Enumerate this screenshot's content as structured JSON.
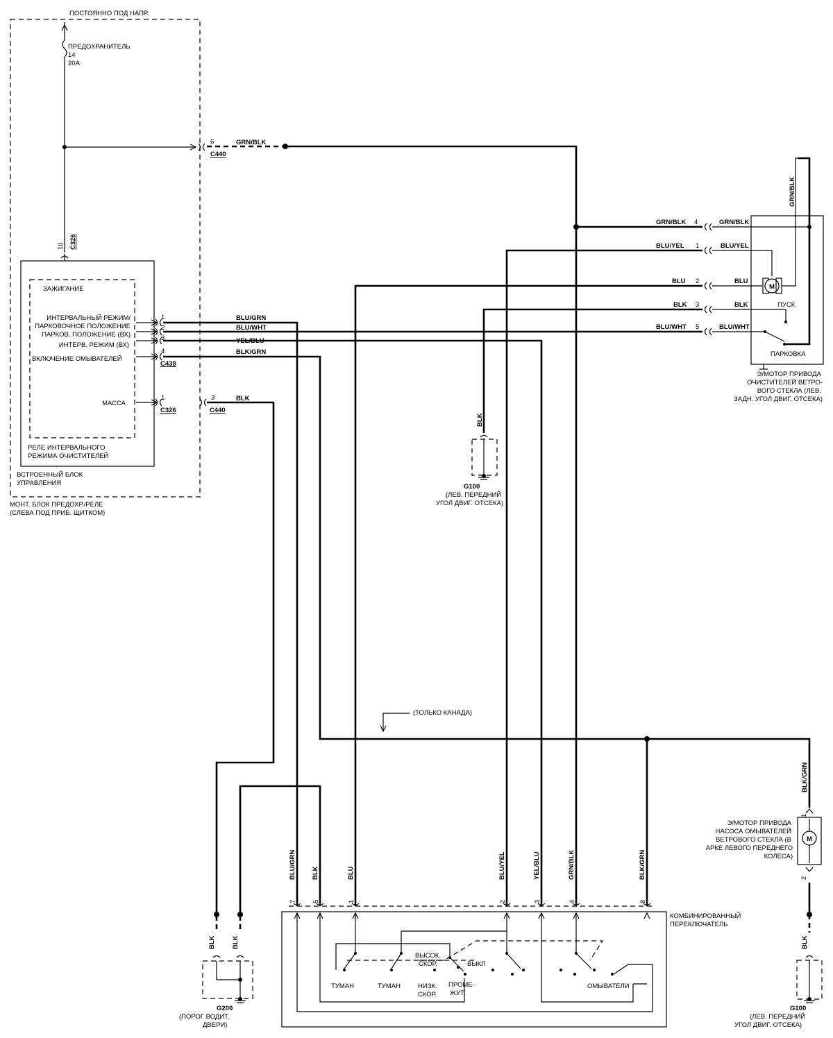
{
  "power_label": "ПОСТОЯННО ПОД НАПР.",
  "fuse": {
    "label": "ПРЕДОХРАНИТЕЛЬ",
    "number": "14",
    "rating": "20A"
  },
  "connectors": {
    "c440": "C440",
    "c326": "C326",
    "c438": "C438"
  },
  "relay": {
    "ignition": "ЗАЖИГАНИЕ",
    "inputs": [
      "ИНТЕРВАЛЬНЫЙ РЕЖИМ/",
      "ПАРКОВОЧНОЕ ПОЛОЖЕНИЕ",
      "ПАРКОВ. ПОЛОЖЕНИЕ (ВХ)",
      "ИНТЕРВ. РЕЖИМ (ВХ)",
      "ВКЛЮЧЕНИЕ ОМЫВАТЕЛЕЙ"
    ],
    "ground": "МАССА",
    "name": [
      "РЕЛЕ ИНТЕРВАЛЬНОГО",
      "РЕЖИМА ОЧИСТИТЕЛЕЙ"
    ]
  },
  "control_unit": [
    "ВСТРОЕННЫЙ БЛОК",
    "УПРАВЛЕНИЯ"
  ],
  "fuse_block": [
    "МОНТ. БЛОК ПРЕДОХР./РЕЛЕ",
    "(СЛЕВА ПОД ПРИБ. ЩИТКОМ)"
  ],
  "pins": {
    "c440_6": "6",
    "c326_10": "10",
    "c438_1": "1",
    "c438_2": "2",
    "c438_3": "3",
    "c438_4": "4",
    "c326_1": "1",
    "c440_3": "3",
    "motor_4": "4",
    "motor_1": "1",
    "motor_2": "2",
    "motor_3": "3",
    "motor_5": "5",
    "pump_1": "1",
    "pump_2": "2",
    "sw_7": "7",
    "sw_5": "5",
    "sw_1": "1",
    "sw_2": "2",
    "sw_3": "3",
    "sw_4": "4",
    "sw_8": "8"
  },
  "wires": {
    "grn_blk": "GRN/BLK",
    "blu_grn": "BLU/GRN",
    "blu_wht": "BLU/WHT",
    "yel_blu": "YEL/BLU",
    "blk_grn": "BLK/GRN",
    "blk": "BLK",
    "blu_yel": "BLU/YEL",
    "blu": "BLU",
    "grn_blk_right": "GRN/BLK",
    "blu_wht_right": "BLU/WHT"
  },
  "wiper_motor": {
    "symbol": "M",
    "start": "ПУСК",
    "park": "ПАРКОВКА",
    "name": [
      "Э/МОТОР ПРИВОДА",
      "ОЧИСТИТЕЛЕЙ ВЕТРО-",
      "ВОГО СТЕКЛА (ЛЕВ.",
      "ЗАДН. УГОЛ ДВИГ. ОТСЕКА)"
    ]
  },
  "g100_top": {
    "id": "G100",
    "desc": [
      "(ЛЕВ. ПЕРЕДНИЙ",
      "УГОЛ ДВИГ. ОТСЕКА)"
    ]
  },
  "canada": "(ТОЛЬКО КАНАДА)",
  "washer_pump": {
    "symbol": "M",
    "name": [
      "Э/МОТОР ПРИВОДА",
      "НАСОСА ОМЫВАТЕЛЕЙ",
      "ВЕТРОВОГО СТЕКЛА (В",
      "АРКЕ ЛЕВОГО ПЕРЕДНЕГО",
      "КОЛЕСА)"
    ]
  },
  "combo_switch": {
    "name": [
      "КОМБИНИРОВАННЫЙ",
      "ПЕРЕКЛЮЧАТЕЛЬ"
    ],
    "fog1": "ТУМАН",
    "fog2": "ТУМАН",
    "high": [
      "ВЫСОК.",
      "СКОР."
    ],
    "off": "ВЫКЛ",
    "low": [
      "НИЗК.",
      "СКОР."
    ],
    "interval": [
      "ПРОМЕ-",
      "ЖУТ."
    ],
    "washers": "ОМЫВАТЕЛИ"
  },
  "g200": {
    "id": "G200",
    "desc": [
      "(ПОРОГ ВОДИТ.",
      "ДВЕРИ)"
    ]
  },
  "g100_bottom": {
    "id": "G100",
    "desc": [
      "(ЛЕВ. ПЕРЕДНИЙ",
      "УГОЛ ДВИГ. ОТСЕКА)"
    ]
  }
}
